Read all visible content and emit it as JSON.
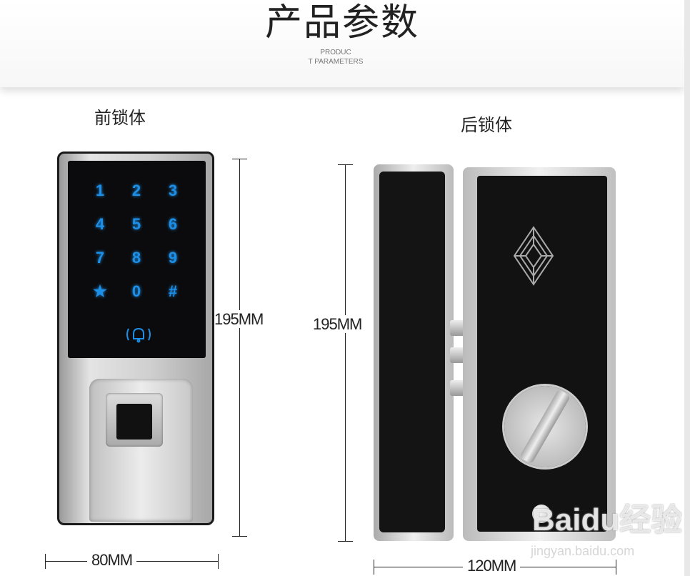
{
  "header": {
    "title": "产品参数",
    "subtitle_line1": "PRODUC",
    "subtitle_line2": "T PARAMETERS"
  },
  "front_lock": {
    "label": "前锁体",
    "height_label": "195MM",
    "width_label": "80MM",
    "keys": [
      "1",
      "2",
      "3",
      "4",
      "5",
      "6",
      "7",
      "8",
      "9",
      "★",
      "0",
      "#"
    ],
    "bell_icon": "bell-icon",
    "key_color": "#1e8fe6"
  },
  "back_lock": {
    "label": "后锁体",
    "height_label": "195MM",
    "width_label": "120MM",
    "logo_icon": "maze-diamond-logo"
  },
  "watermark": {
    "brand": "Baidu经验",
    "url": "jingyan.baidu.com"
  }
}
